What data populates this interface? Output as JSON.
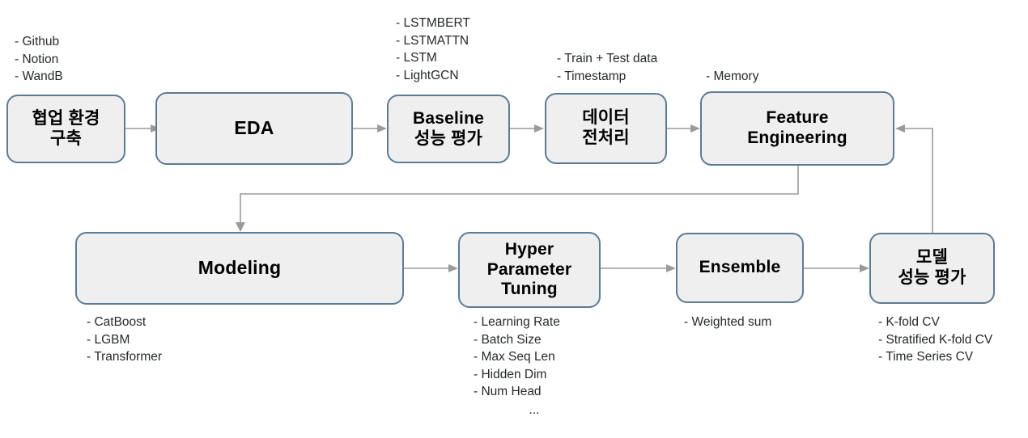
{
  "diagram": {
    "title": "ML Project Pipeline Flowchart",
    "colors": {
      "node_fill": "#efefef",
      "node_border": "#5b7c94",
      "edge": "#9a9a9a",
      "text": "#000000",
      "note_text": "#26292b",
      "background": "#ffffff"
    },
    "nodes": [
      {
        "id": "collab",
        "label": "협업 환경\n구축"
      },
      {
        "id": "eda",
        "label": "EDA"
      },
      {
        "id": "baseline",
        "label": "Baseline\n성능 평가"
      },
      {
        "id": "preproc",
        "label": "데이터\n전처리"
      },
      {
        "id": "feature",
        "label": "Feature\nEngineering"
      },
      {
        "id": "modeling",
        "label": "Modeling"
      },
      {
        "id": "hparam",
        "label": "Hyper\nParameter\nTuning"
      },
      {
        "id": "ensemble",
        "label": "Ensemble"
      },
      {
        "id": "evalmodel",
        "label": "모델\n성능 평가"
      }
    ],
    "notes": [
      {
        "id": "note-collab",
        "text": "- Github\n- Notion\n- WandB"
      },
      {
        "id": "note-baseline",
        "text": "- LSTMBERT\n- LSTMATTN\n- LSTM\n- LightGCN"
      },
      {
        "id": "note-preproc",
        "text": "- Train + Test data\n- Timestamp"
      },
      {
        "id": "note-feature",
        "text": "- Memory"
      },
      {
        "id": "note-modeling",
        "text": "- CatBoost\n- LGBM\n- Transformer"
      },
      {
        "id": "note-hparam",
        "text": "- Learning Rate\n- Batch Size\n- Max Seq Len\n- Hidden Dim\n- Num Head"
      },
      {
        "id": "note-hparam-ellipsis",
        "text": "..."
      },
      {
        "id": "note-ensemble",
        "text": "- Weighted sum"
      },
      {
        "id": "note-eval",
        "text": "- K-fold CV\n- Stratified K-fold CV\n- Time Series CV"
      }
    ],
    "edges": [
      {
        "id": "edge-collab-eda",
        "from": "collab",
        "to": "eda"
      },
      {
        "id": "edge-eda-baseline",
        "from": "eda",
        "to": "baseline"
      },
      {
        "id": "edge-baseline-preproc",
        "from": "baseline",
        "to": "preproc"
      },
      {
        "id": "edge-preproc-feature",
        "from": "preproc",
        "to": "feature"
      },
      {
        "id": "edge-feature-modeling",
        "from": "feature",
        "to": "modeling"
      },
      {
        "id": "edge-modeling-hparam",
        "from": "modeling",
        "to": "hparam"
      },
      {
        "id": "edge-hparam-ensemble",
        "from": "hparam",
        "to": "ensemble"
      },
      {
        "id": "edge-ensemble-eval",
        "from": "ensemble",
        "to": "evalmodel"
      },
      {
        "id": "edge-eval-feature",
        "from": "evalmodel",
        "to": "feature"
      }
    ]
  }
}
